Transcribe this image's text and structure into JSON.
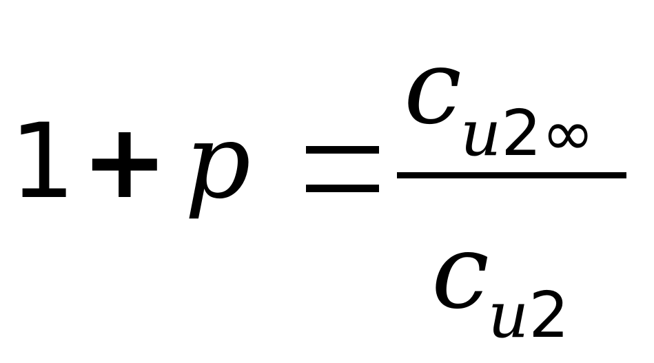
{
  "formula": {
    "lhs": {
      "one": "1",
      "plus": "+",
      "variable": "p"
    },
    "equals": "=",
    "numerator": {
      "symbol": "c",
      "subscript_var": "u",
      "subscript_num": "2",
      "subscript_extra": "∞"
    },
    "denominator": {
      "symbol": "c",
      "subscript_var": "u",
      "subscript_num": "2"
    }
  }
}
